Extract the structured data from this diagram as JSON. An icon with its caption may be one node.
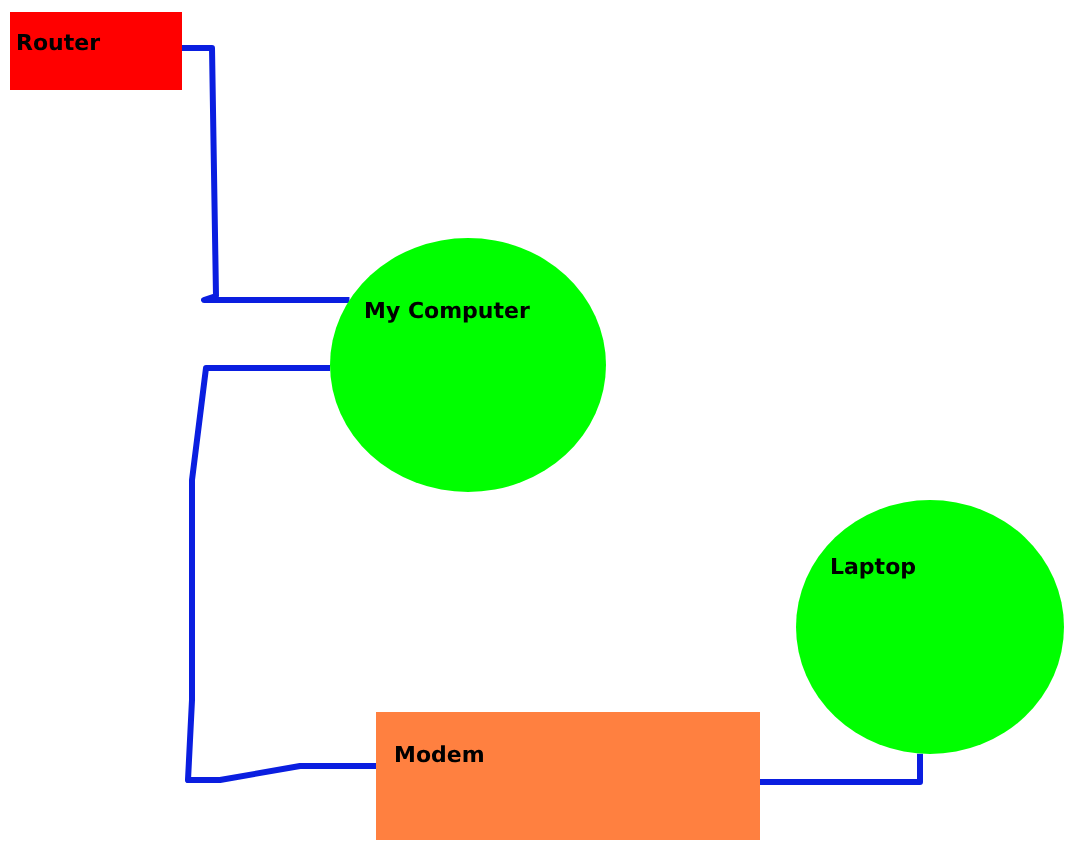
{
  "diagram": {
    "nodes": [
      {
        "text": [
          "Router"
        ]
      },
      {
        "text": [
          "My Computer"
        ]
      },
      {
        "text": [
          "Laptop"
        ]
      },
      {
        "text": [
          "Modem"
        ]
      }
    ],
    "edges": [
      {
        "from": 0,
        "to": 1,
        "arrow": "none"
      },
      {
        "from": 1,
        "to": 3,
        "arrow": "none"
      },
      {
        "from": 3,
        "to": 2,
        "arrow": "none"
      }
    ]
  }
}
